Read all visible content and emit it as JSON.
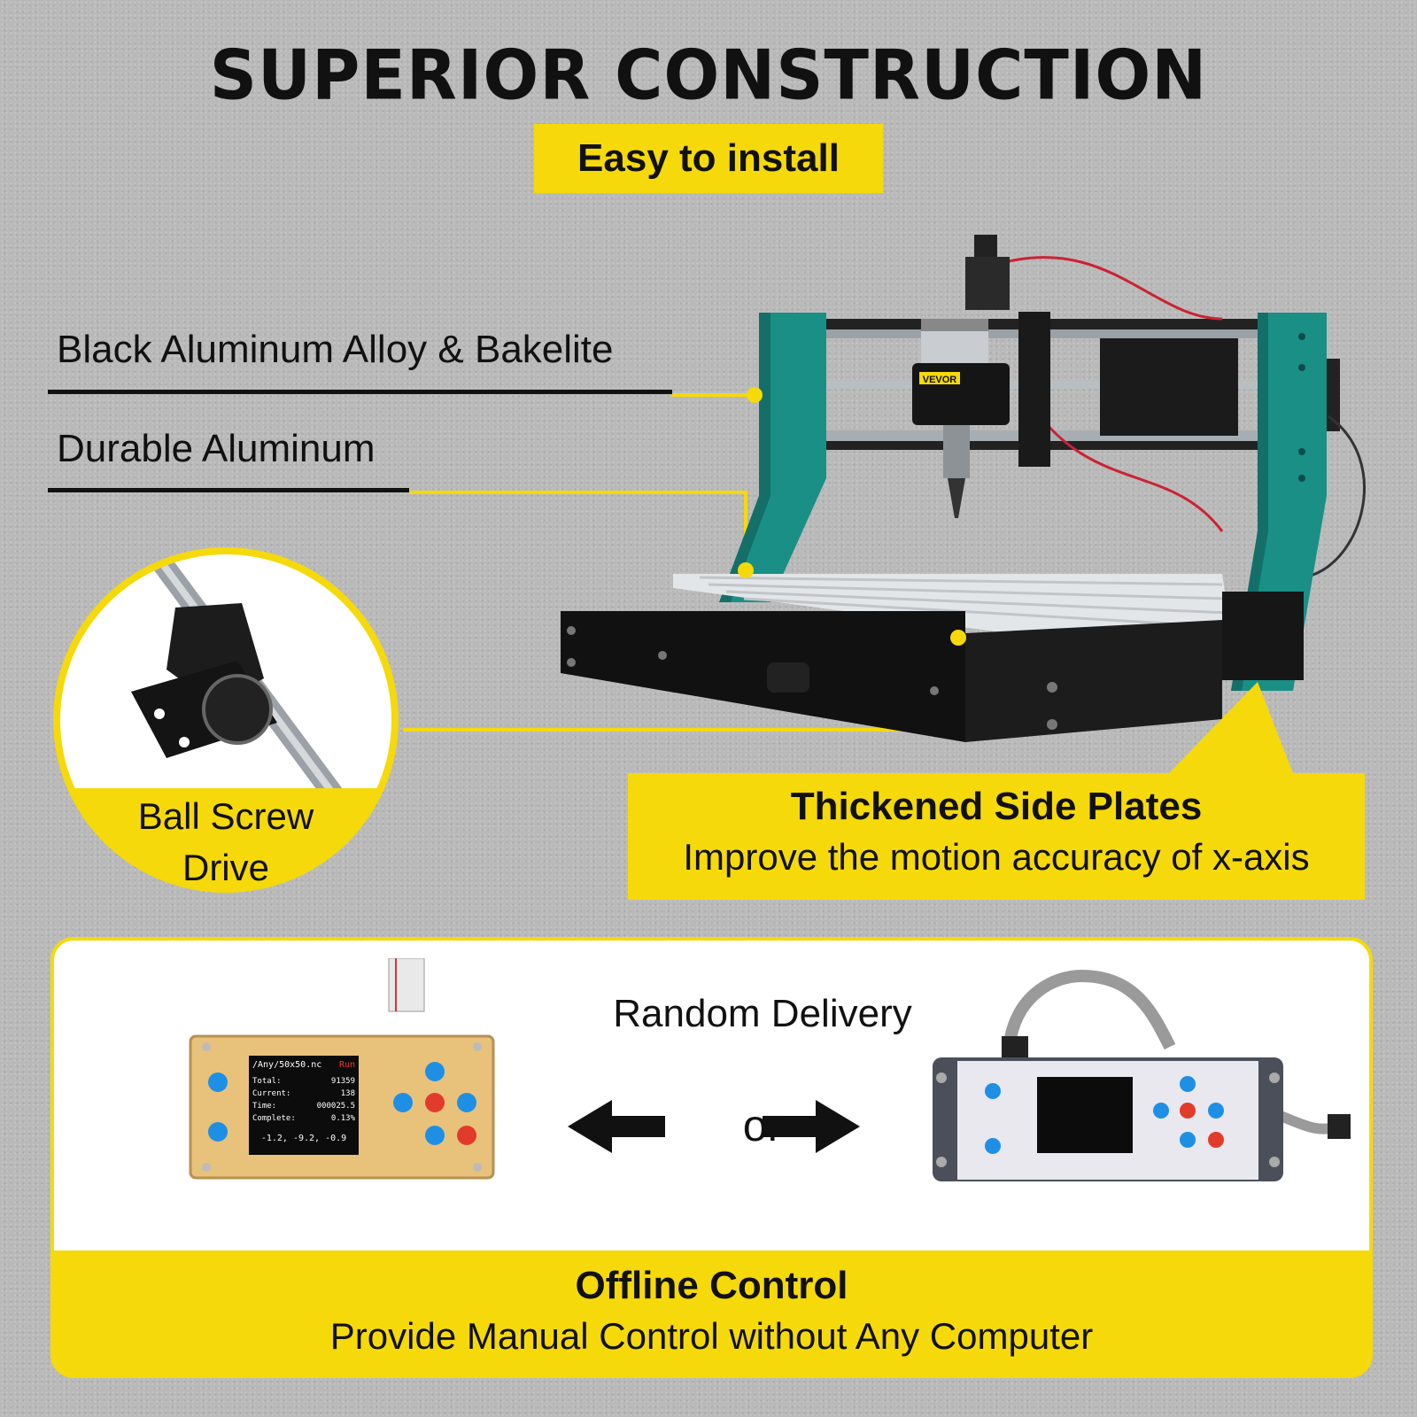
{
  "header": {
    "title": "SUPERIOR CONSTRUCTION",
    "subtitle": "Easy to install"
  },
  "features": {
    "frame_material": "Black Aluminum Alloy & Bakelite",
    "bed_material": "Durable Aluminum",
    "ball_screw_line1": "Ball Screw",
    "ball_screw_line2": "Drive",
    "plates_title": "Thickened Side Plates",
    "plates_desc": "Improve the motion accuracy of x-axis"
  },
  "machine": {
    "brand_logo": "VEVOR"
  },
  "offline": {
    "random_delivery": "Random Delivery",
    "or_label": "or",
    "title": "Offline Control",
    "desc": "Provide Manual Control without Any Computer",
    "controller_a_screen": {
      "file": "/Any/50x50.nc",
      "status": "Run",
      "rows": [
        {
          "label": "Total:",
          "value": "91359"
        },
        {
          "label": "Current:",
          "value": "138"
        },
        {
          "label": "Time:",
          "value": "000025.5"
        },
        {
          "label": "Complete:",
          "value": "0.13%"
        }
      ],
      "coords": "-1.2, -9.2, -0.9"
    }
  },
  "colors": {
    "accent_yellow": "#f5d90a",
    "frame_teal": "#1a8f86",
    "background_gray": "#b9b9b9"
  }
}
